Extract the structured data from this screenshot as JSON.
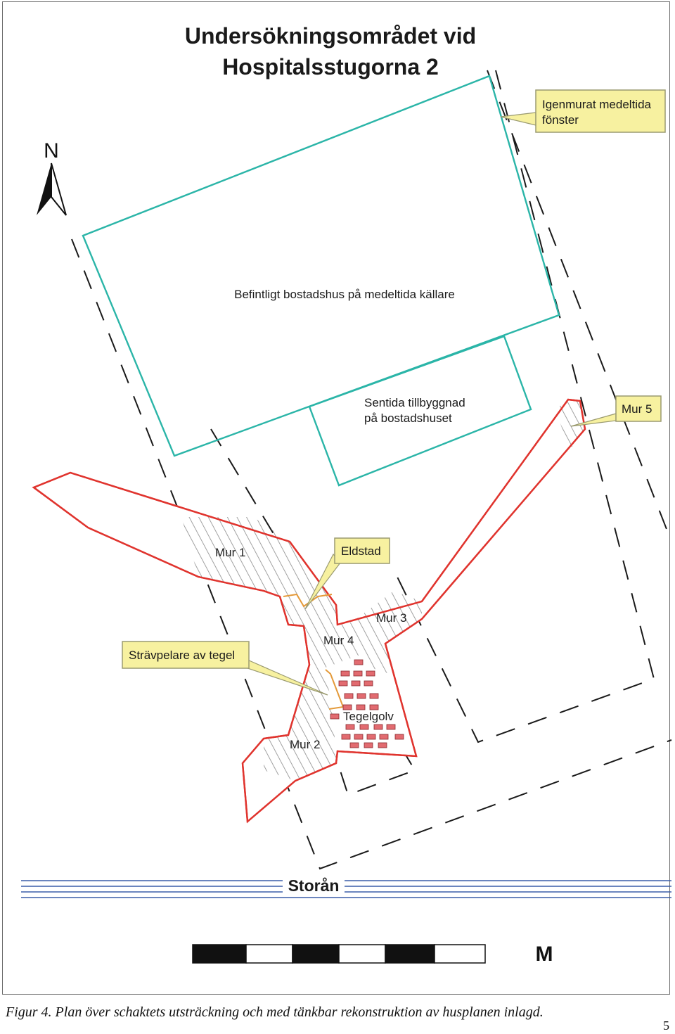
{
  "title": {
    "line1": "Undersökningsområdet vid",
    "line2": "Hospitalsstugorna 2"
  },
  "north_arrow": {
    "label": "N",
    "icon": "north-arrow-icon"
  },
  "labels": {
    "house": "Befintligt bostadshus på medeltida källare",
    "extension_line1": "Sentida tillbyggnad",
    "extension_line2": "på bostadshuset",
    "mur1": "Mur 1",
    "mur2": "Mur 2",
    "mur3": "Mur 3",
    "mur4": "Mur 4",
    "tegelgolv": "Tegelgolv",
    "river": "Storån"
  },
  "callouts": {
    "window_line1": "Igenmurat medeltida",
    "window_line2": "fönster",
    "mur5": "Mur 5",
    "eldstad": "Eldstad",
    "stravpelare": "Strävpelare av tegel"
  },
  "scale_bar": {
    "unit_label": "M",
    "segments": 6
  },
  "caption": "Figur 4. Plan över schaktets utsträckning och med tänkbar rekonstruktion av husplanen inlagd.",
  "page_number": "5",
  "colors": {
    "building_outline": "#2bb5a8",
    "trench_outline": "#e0342e",
    "callout_fill": "#f7f1a0",
    "brick_fill": "#e26b70",
    "river_line": "#3a5da8",
    "hatch": "#8a8a8a",
    "eldstad_line": "#e49a3a"
  }
}
